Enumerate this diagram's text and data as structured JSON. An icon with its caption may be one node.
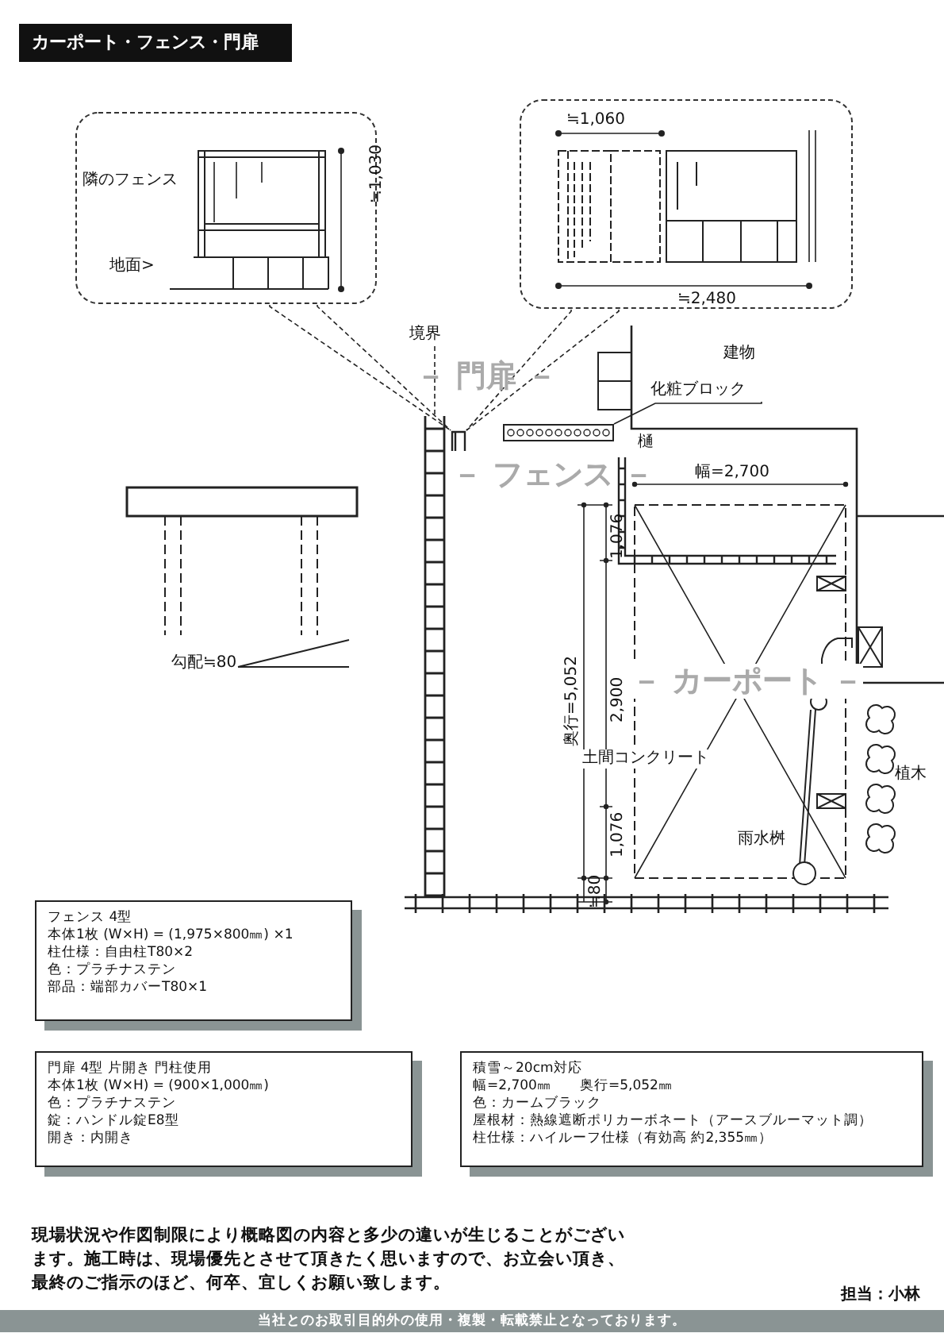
{
  "diagram": {
    "title": "カーポート・フェンス・門扉",
    "nodes": [
      {
        "text": [
          "隣のフェンス",
          "地面>",
          "≒1,030"
        ]
      },
      {
        "text": [
          "≒1,060",
          "≒2,480"
        ]
      },
      {
        "text": [
          "境界"
        ]
      },
      {
        "text": [],
        "shape": "bar"
      },
      {
        "text": [],
        "shape": "box"
      },
      {
        "text": [
          "化粧ブロック"
        ]
      },
      {
        "text": [],
        "shape": "bar"
      },
      {
        "text": [
          "フェンス 4型",
          "本体1枚 (W×H) = (1,975×800㎜) ×1",
          "柱仕様：自由柱T80×2",
          "色：プラチナステン",
          "部品：端部カバーT80×1"
        ]
      },
      {
        "text": [
          "門扉 4型 片開き 門柱使用",
          "本体1枚 (W×H) = (900×1,000㎜)",
          "色：プラチナステン",
          "錠：ハンドル錠E8型",
          "開き：内開き"
        ]
      },
      {
        "text": [
          "積雪～20cm対応",
          "幅=2,700㎜　　奥行=5,052㎜",
          "色：カームブラック",
          "屋根材：熱線遮断ポリカーボネート（アースブルーマット調）",
          "柱仕様：ハイルーフ仕様（有効高 約2,355㎜）"
        ]
      }
    ],
    "edges": [
      {
        "from": 0,
        "to": 4,
        "arrow": "none",
        "style": "dashed"
      },
      {
        "from": 0,
        "to": 4,
        "arrow": "none",
        "style": "dashed"
      },
      {
        "from": 1,
        "to": 4,
        "arrow": "none",
        "style": "dashed"
      },
      {
        "from": 1,
        "to": 4,
        "arrow": "none",
        "style": "dashed"
      },
      {
        "from": 2,
        "to": 3,
        "arrow": "none",
        "style": "dashed"
      },
      {
        "from": 5,
        "to": 6,
        "arrow": "none"
      }
    ],
    "labels": [
      "－ 門扉 －",
      "建物",
      "樋",
      "－ フェンス －",
      "幅=2,700",
      "1,076",
      "奥行=5,052",
      "2,900",
      "土間コンクリート",
      "－ カーポート －",
      "植木",
      "雨水桝",
      "1,076",
      "≒80",
      "勾配≒80",
      "現場状況や作図制限により概略図の内容と多少の違いが生じることがございます。施工時は、現場優先とさせて頂きたく思いますので、お立会い頂き、最終のご指示のほど、何卒、宜しくお願い致します。",
      "担当：小林",
      "当社とのお取引目的外の使用・複製・転載禁止となっております。"
    ]
  }
}
